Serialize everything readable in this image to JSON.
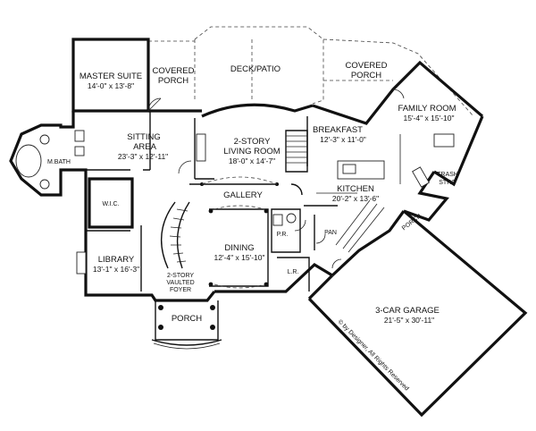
{
  "plan": {
    "rooms": [
      {
        "id": "master-suite",
        "name": "MASTER SUITE",
        "dims": "14'-0\" x 13'-8\""
      },
      {
        "id": "covered-porch-left",
        "name_lines": [
          "COVERED",
          "PORCH"
        ]
      },
      {
        "id": "deck-patio",
        "name": "DECK/PATIO"
      },
      {
        "id": "covered-porch-right",
        "name_lines": [
          "COVERED",
          "PORCH"
        ]
      },
      {
        "id": "family-room",
        "name": "FAMILY ROOM",
        "dims": "15'-4\" x 15'-10\""
      },
      {
        "id": "sitting-area",
        "name_lines": [
          "SITTING",
          "AREA"
        ],
        "dims": "23'-3\" x 12'-11\""
      },
      {
        "id": "living-room",
        "name_lines": [
          "2-STORY",
          "LIVING ROOM"
        ],
        "dims": "18'-0\" x 14'-7\""
      },
      {
        "id": "breakfast",
        "name": "BREAKFAST",
        "dims": "12'-3\" x 11'-0\""
      },
      {
        "id": "m-bath",
        "name": "M.BATH"
      },
      {
        "id": "trash",
        "name_lines": [
          "TRASH",
          "STRG"
        ]
      },
      {
        "id": "kitchen",
        "name": "KITCHEN",
        "dims": "20'-2\" x 13'-6\""
      },
      {
        "id": "wic",
        "name": "W.I.C."
      },
      {
        "id": "gallery",
        "name": "GALLERY"
      },
      {
        "id": "porch-side",
        "name": "PORCH"
      },
      {
        "id": "pr",
        "name": "P.R."
      },
      {
        "id": "pan",
        "name": "PAN"
      },
      {
        "id": "dining",
        "name": "DINING",
        "dims": "12'-4\" x 15'-10\""
      },
      {
        "id": "library",
        "name": "LIBRARY",
        "dims": "13'-1\" x 16'-3\""
      },
      {
        "id": "foyer",
        "name_lines": [
          "2-STORY",
          "VAULTED",
          "FOYER"
        ]
      },
      {
        "id": "lr",
        "name": "L.R."
      },
      {
        "id": "garage",
        "name": "3-CAR GARAGE",
        "dims": "21'-5\" x 30'-11\""
      },
      {
        "id": "porch-front",
        "name": "PORCH"
      }
    ],
    "copyright": "© by Designer, All Rights Reserved"
  }
}
